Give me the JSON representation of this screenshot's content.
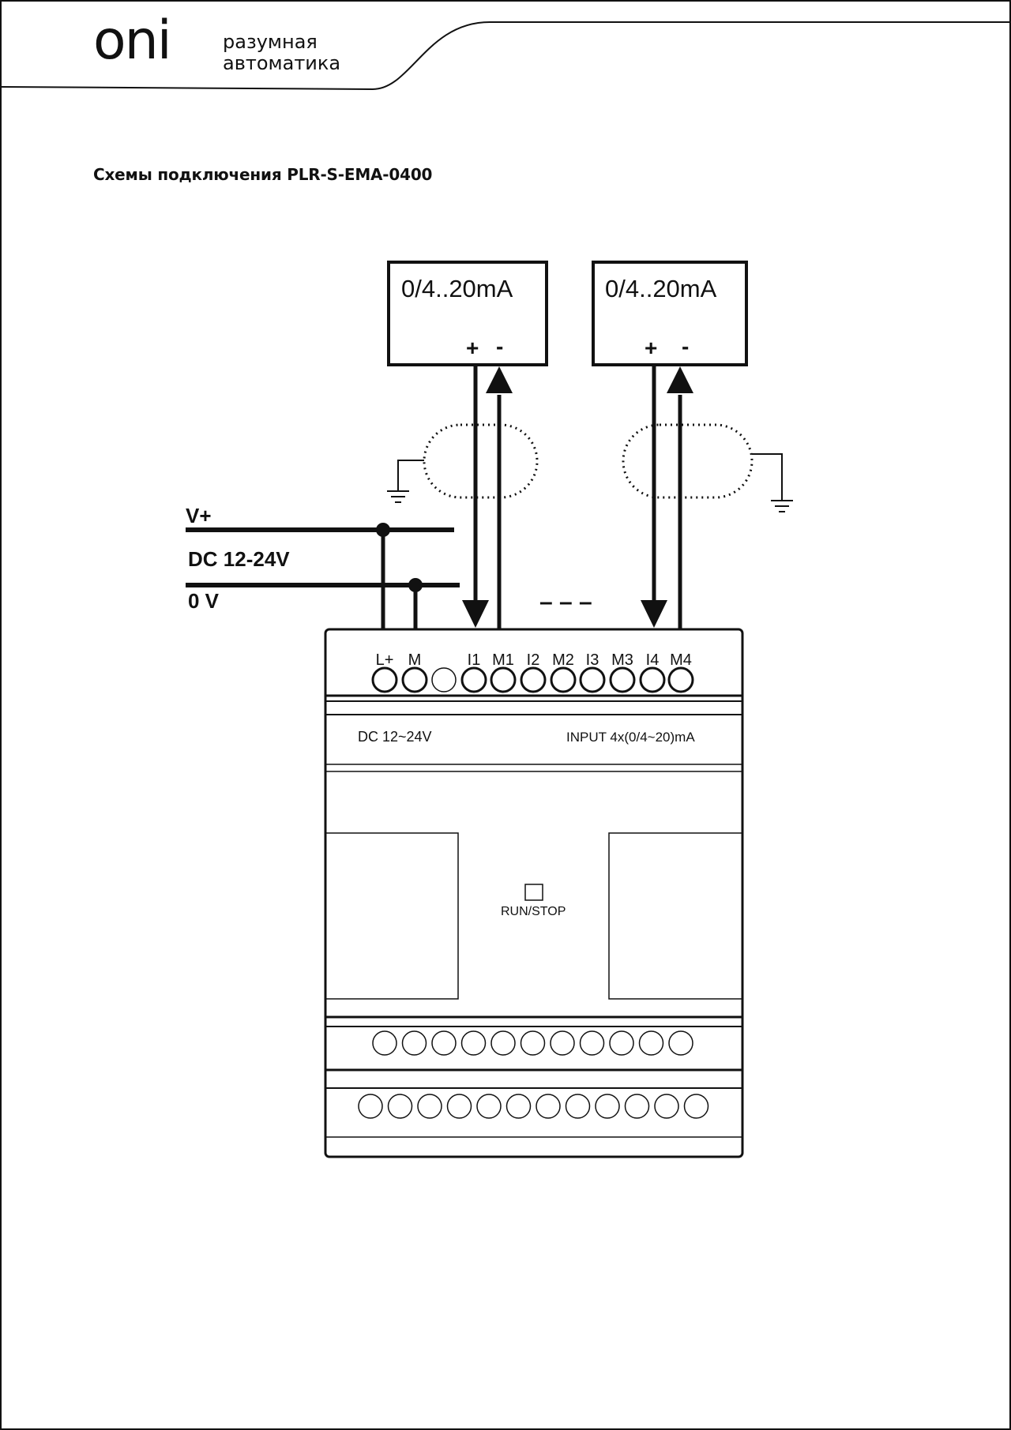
{
  "header": {
    "brand": "oni",
    "tagline_line1": "разумная",
    "tagline_line2": "автоматика"
  },
  "page_title": "Схемы подключения PLR-S-EMA-0400",
  "diagram": {
    "sensors": [
      {
        "label": "0/4..20mA",
        "plus": "+",
        "minus": "-"
      },
      {
        "label": "0/4..20mA",
        "plus": "+",
        "minus": "-"
      }
    ],
    "power": {
      "vplus": "V+",
      "dc": "DC 12-24V",
      "zero": "0 V"
    },
    "ellipsis": "– – –",
    "terminals_top": [
      "L+",
      "M",
      "",
      "I1",
      "M1",
      "I2",
      "M2",
      "I3",
      "M3",
      "I4",
      "M4"
    ],
    "module": {
      "supply_label": "DC 12~24V",
      "input_label": "INPUT 4x(0/4~20)mA",
      "run_stop": "RUN/STOP"
    }
  },
  "colors": {
    "line": "#111111",
    "background": "#ffffff"
  }
}
